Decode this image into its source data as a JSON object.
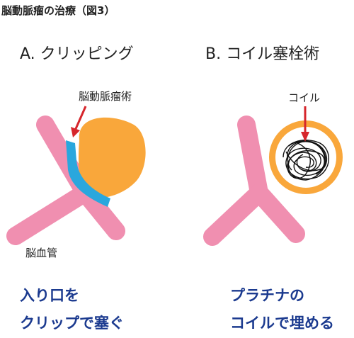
{
  "title": "脳動脈瘤の治療（図3）",
  "panel_a": {
    "title": "A. クリッピング",
    "aneurysm_label": "脳動脈瘤術",
    "vessel_label": "脳血管",
    "caption_line1": "入り口を",
    "caption_line2": "クリップで塞ぐ"
  },
  "panel_b": {
    "title": "B. コイル塞栓術",
    "coil_label": "コイル",
    "caption_line1": "プラチナの",
    "caption_line2": "コイルで埋める"
  },
  "colors": {
    "vessel": "#f08fb0",
    "aneurysm": "#f9a73b",
    "clip": "#2aa7dd",
    "arrow": "#d6262c",
    "caption": "#1b3a8f",
    "coil": "#111111"
  }
}
